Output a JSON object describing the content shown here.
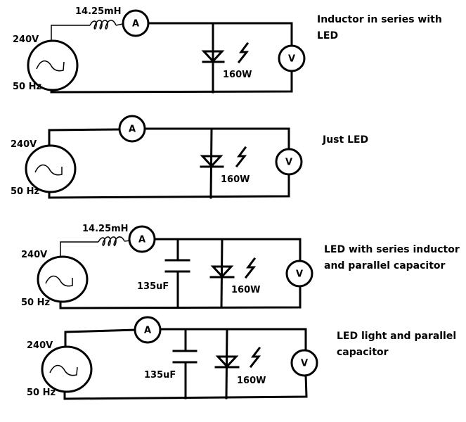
{
  "diagram": {
    "circuits": [
      {
        "id": "inductor-series-led",
        "title_lines": [
          "Inductor in series with",
          "LED"
        ],
        "source_voltage": "240V",
        "source_frequency": "50 Hz",
        "inductor": "14.25mH",
        "capacitor": null,
        "ammeter": "A",
        "voltmeter": "V",
        "led_power": "160W"
      },
      {
        "id": "just-led",
        "title_lines": [
          "Just LED"
        ],
        "source_voltage": "240V",
        "source_frequency": "50 Hz",
        "inductor": null,
        "capacitor": null,
        "ammeter": "A",
        "voltmeter": "V",
        "led_power": "160W"
      },
      {
        "id": "led-series-inductor-parallel-capacitor",
        "title_lines": [
          "LED with series inductor",
          "and parallel capacitor"
        ],
        "source_voltage": "240V",
        "source_frequency": "50 Hz",
        "inductor": "14.25mH",
        "capacitor": "135uF",
        "ammeter": "A",
        "voltmeter": "V",
        "led_power": "160W"
      },
      {
        "id": "led-parallel-capacitor",
        "title_lines": [
          "LED light and parallel",
          "capacitor"
        ],
        "source_voltage": "240V",
        "source_frequency": "50 Hz",
        "inductor": null,
        "capacitor": "135uF",
        "ammeter": "A",
        "voltmeter": "V",
        "led_power": "160W"
      }
    ]
  }
}
